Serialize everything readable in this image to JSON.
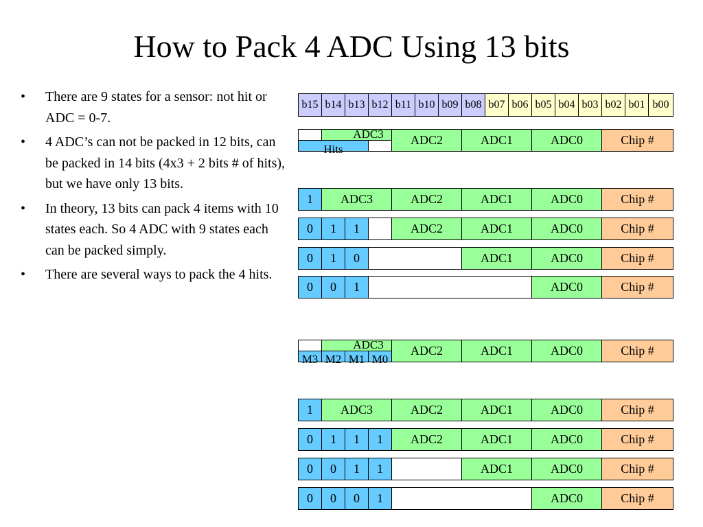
{
  "title": "How to Pack 4 ADC Using 13 bits",
  "bullets": [
    "There are 9 states for a sensor: not hit or ADC = 0-7.",
    "4 ADC’s can not be packed in 12 bits, can be packed in 14 bits (4x3 + 2 bits # of hits), but we have only 13 bits.",
    "In theory, 13 bits can pack 4 items with 10 states each.  So 4 ADC with 9 states each can be packed simply.",
    "There are several ways to pack the 4 hits."
  ],
  "bullet_marker": "•",
  "bits_header": [
    "b15",
    "b14",
    "b13",
    "b12",
    "b11",
    "b10",
    "b09",
    "b08",
    "b07",
    "b06",
    "b05",
    "b04",
    "b03",
    "b02",
    "b01",
    "b00"
  ],
  "labels": {
    "adc3": "ADC3",
    "adc2": "ADC2",
    "adc1": "ADC1",
    "adc0": "ADC0",
    "chip": "Chip #",
    "hits": "Hits",
    "m3": "M3",
    "m2": "M2",
    "m1": "M1",
    "m0": "M0"
  },
  "scheme1_rows": [
    [
      "1"
    ],
    [
      "0",
      "1",
      "1"
    ],
    [
      "0",
      "1",
      "0"
    ],
    [
      "0",
      "0",
      "1"
    ]
  ],
  "scheme2_rows": [
    [
      "1"
    ],
    [
      "0",
      "1",
      "1",
      "1"
    ],
    [
      "0",
      "0",
      "1",
      "1"
    ],
    [
      "0",
      "0",
      "0",
      "1"
    ]
  ],
  "colors": {
    "blue": "#66ccff",
    "green": "#99ff99",
    "orange": "#ffcc99",
    "lavender": "#ccccff",
    "yellow": "#ffffcc"
  }
}
